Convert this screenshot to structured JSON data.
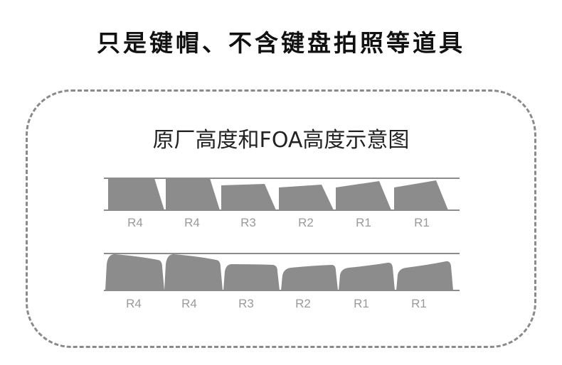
{
  "headline": "只是键帽、不含键盘拍照等道具",
  "diagram": {
    "title": "原厂高度和FOA高度示意图",
    "colors": {
      "keycap": "#8c8c8c",
      "baseline": "#8c8c8c",
      "label": "#9a9a9a",
      "border": "#8a8a8a"
    },
    "profiles": [
      {
        "name": "原厂",
        "shape": "flat-sloped",
        "rows": [
          "R4",
          "R4",
          "R3",
          "R2",
          "R1",
          "R1"
        ]
      },
      {
        "name": "FOA",
        "shape": "rounded",
        "rows": [
          "R4",
          "R4",
          "R3",
          "R2",
          "R1",
          "R1"
        ]
      }
    ]
  }
}
